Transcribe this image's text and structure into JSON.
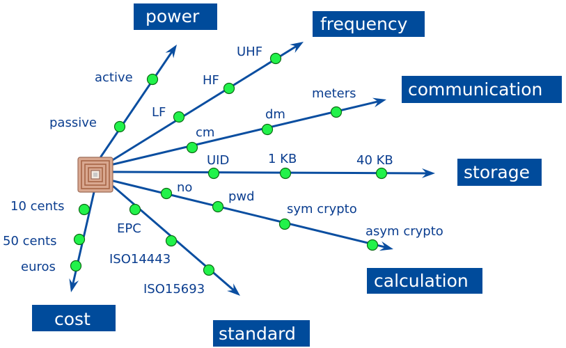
{
  "center_icon": "rfid-chip-icon",
  "colors": {
    "axis": "#0a4ea0",
    "node": "#22f24a",
    "box": "#004b9b",
    "box_text": "#ffffff",
    "label": "#0a3d8f"
  },
  "axes": [
    {
      "id": "power",
      "title": "power",
      "nodes": [
        "passive",
        "active"
      ]
    },
    {
      "id": "frequency",
      "title": "frequency",
      "nodes": [
        "LF",
        "HF",
        "UHF"
      ]
    },
    {
      "id": "communication",
      "title": "communication",
      "nodes": [
        "cm",
        "dm",
        "meters"
      ]
    },
    {
      "id": "storage",
      "title": "storage",
      "nodes": [
        "UID",
        "1 KB",
        "40 KB"
      ]
    },
    {
      "id": "calculation",
      "title": "calculation",
      "nodes": [
        "no",
        "pwd",
        "sym crypto",
        "asym crypto"
      ]
    },
    {
      "id": "standard",
      "title": "standard",
      "nodes": [
        "EPC",
        "ISO14443",
        "ISO15693"
      ]
    },
    {
      "id": "cost",
      "title": "cost",
      "nodes": [
        "10 cents",
        "50 cents",
        "euros"
      ]
    }
  ]
}
